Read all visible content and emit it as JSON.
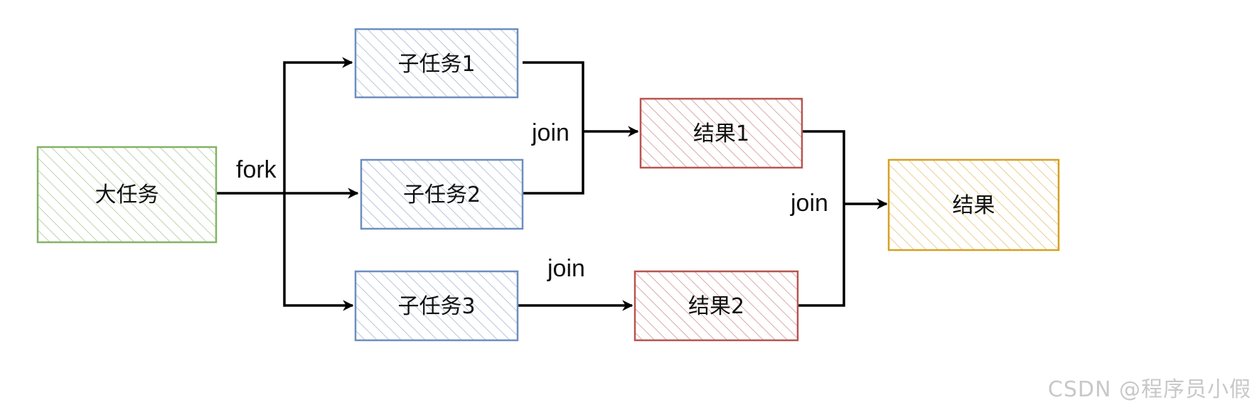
{
  "nodes": {
    "big_task": "大任务",
    "subtask1": "子任务1",
    "subtask2": "子任务2",
    "subtask3": "子任务3",
    "result1": "结果1",
    "result2": "结果2",
    "result": "结果"
  },
  "edge_labels": {
    "fork": "fork",
    "join_result1": "join",
    "join_result2": "join",
    "join_final": "join"
  },
  "watermark": "CSDN @程序员小假",
  "colors": {
    "green": "#82b366",
    "blue": "#6c8ebf",
    "red": "#b85450",
    "orange": "#d6a020",
    "line": "#000000"
  }
}
